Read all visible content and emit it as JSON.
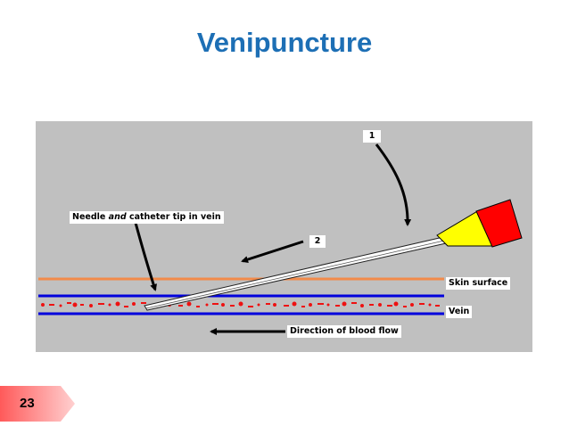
{
  "slide": {
    "title": "Venipuncture",
    "page_number": "23"
  },
  "diagram": {
    "labels": {
      "callout_1": "1",
      "callout_2": "2",
      "needle_tip_pre": "Needle",
      "needle_tip_em": "and",
      "needle_tip_post": "catheter tip in vein",
      "skin_surface": "Skin surface",
      "vein": "Vein",
      "blood_flow": "Direction of blood flow"
    },
    "colors": {
      "background": "#c0c0c0",
      "skin_line": "#f28a4a",
      "vein_line": "#0000dd",
      "blood_cells": "#ee1111",
      "needle_hub_cap": "#ff0000",
      "needle_hub": "#ffff00",
      "title": "#1d6fb5",
      "page_tab": "#ff7f7f"
    }
  }
}
